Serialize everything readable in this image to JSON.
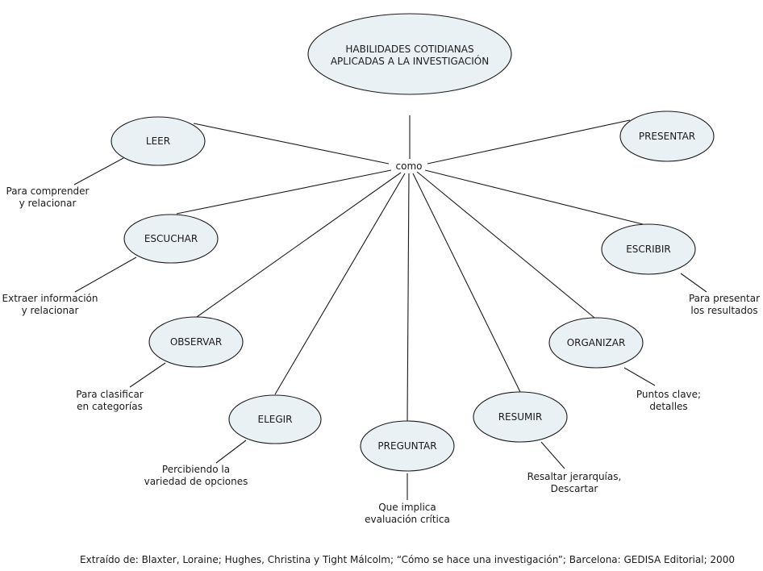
{
  "diagram": {
    "type": "concept-map",
    "root": {
      "label_lines": [
        "HABILIDADES COTIDIANAS",
        "APLICADAS A LA INVESTIGACIÓN"
      ]
    },
    "connector": {
      "label": "como"
    },
    "skills": [
      {
        "id": "leer",
        "label": "LEER",
        "note_lines": [
          "Para comprender",
          "y relacionar"
        ]
      },
      {
        "id": "escuchar",
        "label": "ESCUCHAR",
        "note_lines": [
          "Extraer información",
          "y relacionar"
        ]
      },
      {
        "id": "observar",
        "label": "OBSERVAR",
        "note_lines": [
          "Para clasificar",
          "en categorías"
        ]
      },
      {
        "id": "elegir",
        "label": "ELEGIR",
        "note_lines": [
          "Percibiendo la",
          "variedad de opciones"
        ]
      },
      {
        "id": "preguntar",
        "label": "PREGUNTAR",
        "note_lines": [
          "Que implica",
          "evaluación crítica"
        ]
      },
      {
        "id": "resumir",
        "label": "RESUMIR",
        "note_lines": [
          "Resaltar jerarquías,",
          "Descartar"
        ]
      },
      {
        "id": "organizar",
        "label": "ORGANIZAR",
        "note_lines": [
          "Puntos clave;",
          "detalles"
        ]
      },
      {
        "id": "escribir",
        "label": "ESCRIBIR",
        "note_lines": [
          "Para presentar",
          "los resultados"
        ]
      },
      {
        "id": "presentar",
        "label": "PRESENTAR",
        "note_lines": []
      }
    ],
    "colors": {
      "node_fill": "#eaf1f4",
      "stroke": "#1a1a1a",
      "background": "#ffffff"
    }
  },
  "footer": {
    "citation": "Extraído de: Blaxter, Loraine; Hughes, Christina y Tight Málcolm; “Cómo se hace una investigación”; Barcelona: GEDISA Editorial; 2000"
  }
}
